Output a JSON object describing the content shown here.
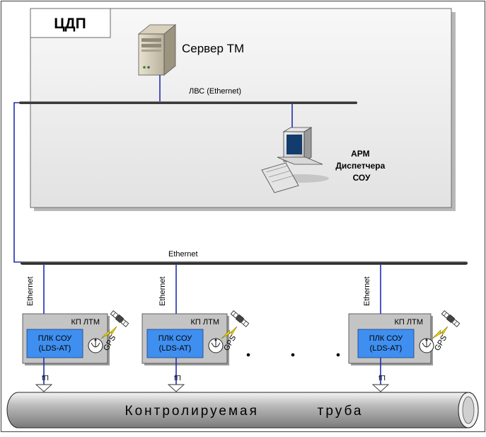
{
  "cdp": {
    "title": "ЦДП",
    "server_label": "Сервер ТМ",
    "lan_label": "ЛВС  (Ethernet)",
    "workstation_label_lines": [
      "АРМ",
      "Диспетчера",
      "СОУ"
    ]
  },
  "field_bus_label": "Ethernet",
  "stations": [
    {
      "box_label": "КП ЛТМ",
      "plc_lines": [
        "ПЛК СОУ",
        "(LDS-AT)"
      ],
      "uplink_label": "Ethernet",
      "gps_label": "GPS",
      "sensor_label": "fП"
    },
    {
      "box_label": "КП ЛТМ",
      "plc_lines": [
        "ПЛК СОУ",
        "(LDS-AT)"
      ],
      "uplink_label": "Ethernet",
      "gps_label": "GPS",
      "sensor_label": "fП"
    },
    {
      "box_label": "КП ЛТМ",
      "plc_lines": [
        "ПЛК СОУ",
        "(LDS-AT)"
      ],
      "uplink_label": "Ethernet",
      "gps_label": "GPS",
      "sensor_label": "fП"
    }
  ],
  "pipe_label": "Контролируемая          труба",
  "colors": {
    "network_line": "#1f2db5",
    "plc_fill": "#3f8ff0",
    "box_fill": "#c4c4c4",
    "cdp_fill": "#ececec",
    "gps_bolt": "#f2d300"
  }
}
